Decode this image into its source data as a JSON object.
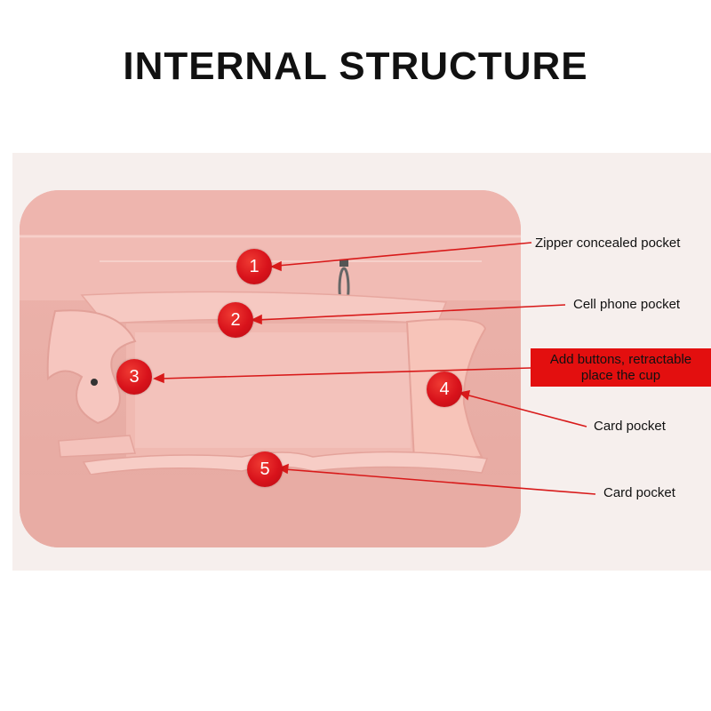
{
  "title": "INTERNAL STRUCTURE",
  "callouts": [
    {
      "number": "1",
      "label": "Zipper concealed pocket"
    },
    {
      "number": "2",
      "label": "Cell phone pocket"
    },
    {
      "number": "3",
      "label_line1": "Add buttons, retractable",
      "label_line2": "place the cup"
    },
    {
      "number": "4",
      "label": "Card pocket"
    },
    {
      "number": "5",
      "label": "Card pocket"
    }
  ],
  "colors": {
    "marker": "#d8121b",
    "highlight": "#e30f0f",
    "leader_line": "#d81a1a",
    "felt": "#f3beb6"
  }
}
